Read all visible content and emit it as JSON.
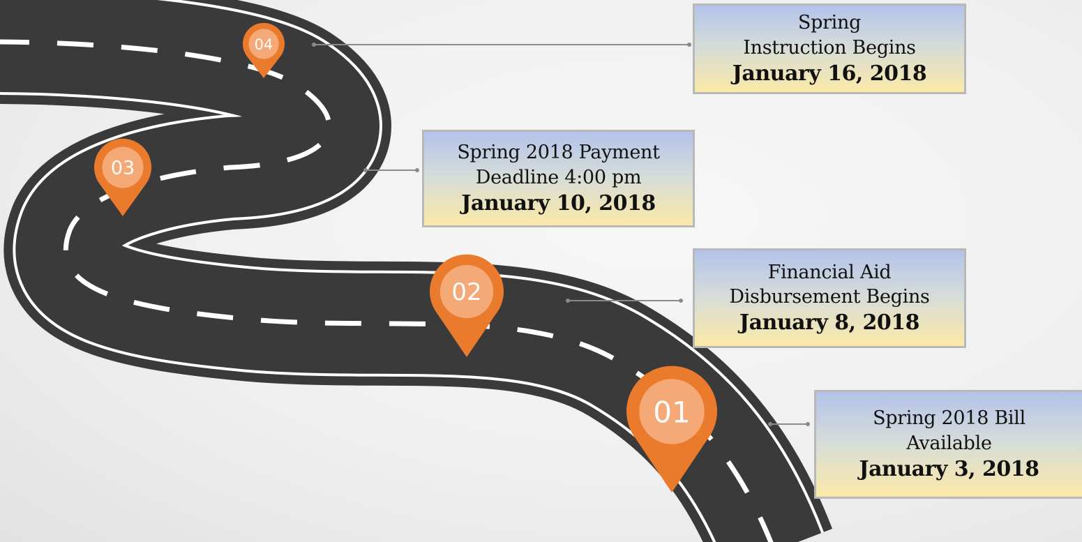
{
  "milestones": [
    {
      "number": "04",
      "lines": [
        "Spring",
        "Instruction Begins"
      ],
      "date": "January 16, 2018"
    },
    {
      "number": "03",
      "lines": [
        "Spring 2018 Payment",
        "Deadline 4:00 pm"
      ],
      "date": "January 10, 2018"
    },
    {
      "number": "02",
      "lines": [
        "Financial Aid",
        "Disbursement Begins"
      ],
      "date": "January 8, 2018"
    },
    {
      "number": "01",
      "lines": [
        "Spring 2018 Bill",
        "Available"
      ],
      "date": "January 3, 2018"
    }
  ],
  "colors": {
    "road": "#3a3a3a",
    "road_edge": "#ffffff",
    "pin": "#ea7a2c",
    "pin_inner": "#f4a977",
    "connector": "#8a8a8a",
    "box_border": "#b8b8b8"
  }
}
